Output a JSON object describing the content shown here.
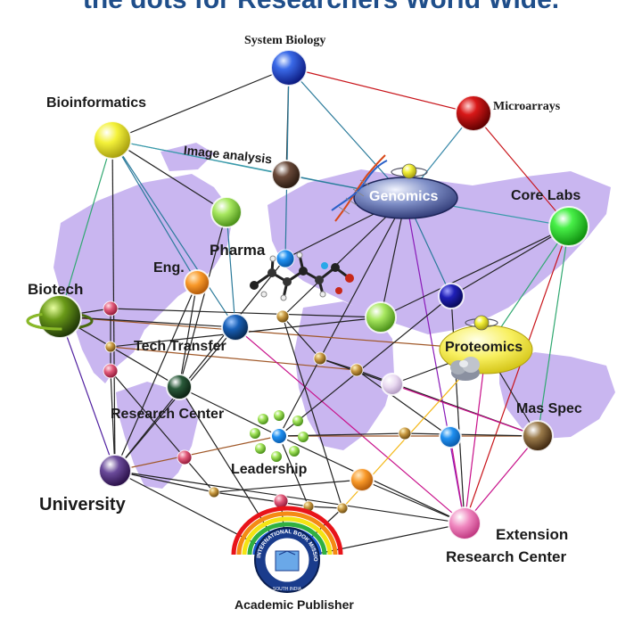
{
  "header": {
    "title": "the dots for Researchers World Wide."
  },
  "nodes": {
    "system_biology": "System Biology",
    "microarrays": "Microarrays",
    "bioinformatics": "Bioinformatics",
    "image_analysis": "Image analysis",
    "genomics": "Genomics",
    "core_labs": "Core Labs",
    "pharma": "Pharma",
    "eng": "Eng.",
    "biotech": "Biotech",
    "tech_transfer": "Tech Transfer",
    "proteomics": "Proteomics",
    "research_center": "Research Center",
    "mas_spec": "Mas Spec",
    "leadership": "Leadership",
    "university": "University",
    "extension_research_center_1": "Extension",
    "extension_research_center_2": "Research Center",
    "academic_publisher": "Academic Publisher"
  },
  "logo": {
    "text": "INTERNATIONAL BOOK MISSION",
    "subtext": "SOUTH INDIA"
  },
  "colors": {
    "map": "#c9b6f0",
    "title": "#1f4e8a",
    "system_biology": "#2a52d8",
    "microarrays": "#c8101a",
    "bioinformatics": "#f0ee3a",
    "genomics": "#5a6aa8",
    "core_labs": "#3ee83e",
    "proteomics": "#f5f05a",
    "university": "#5a3c8a",
    "extension": "#f070b0",
    "mas_spec": "#8a6a3a"
  }
}
